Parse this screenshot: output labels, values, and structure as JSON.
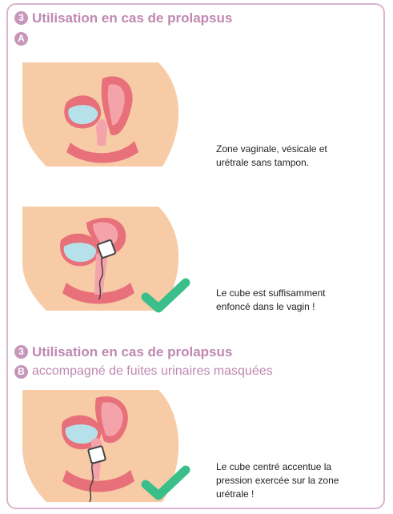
{
  "section1": {
    "number": "3",
    "letter": "A",
    "title": "Utilisation en cas de prolapsus"
  },
  "panels": [
    {
      "caption": "Zone vaginale, vésicale et urétrale sans tampon."
    },
    {
      "caption": "Le cube est suffisamment enfoncé dans le vagin !"
    },
    {
      "caption": "Le cube centré accentue la pression exercée sur la zone urétrale !"
    }
  ],
  "section2": {
    "number": "3",
    "letter": "B",
    "title": "Utilisation en cas de prolapsus",
    "subtitle": "accompagné de fuites urinaires masquées"
  },
  "colors": {
    "accent": "#bf88b2",
    "badge": "#c796bb",
    "skin": "#f7cba6",
    "organ": "#e8707a",
    "organ_light": "#f4a3ab",
    "bladder": "#b7e1ea",
    "check": "#3bbf8a"
  },
  "icons": [
    "anatomy-illustration",
    "check-icon",
    "cube-icon"
  ]
}
